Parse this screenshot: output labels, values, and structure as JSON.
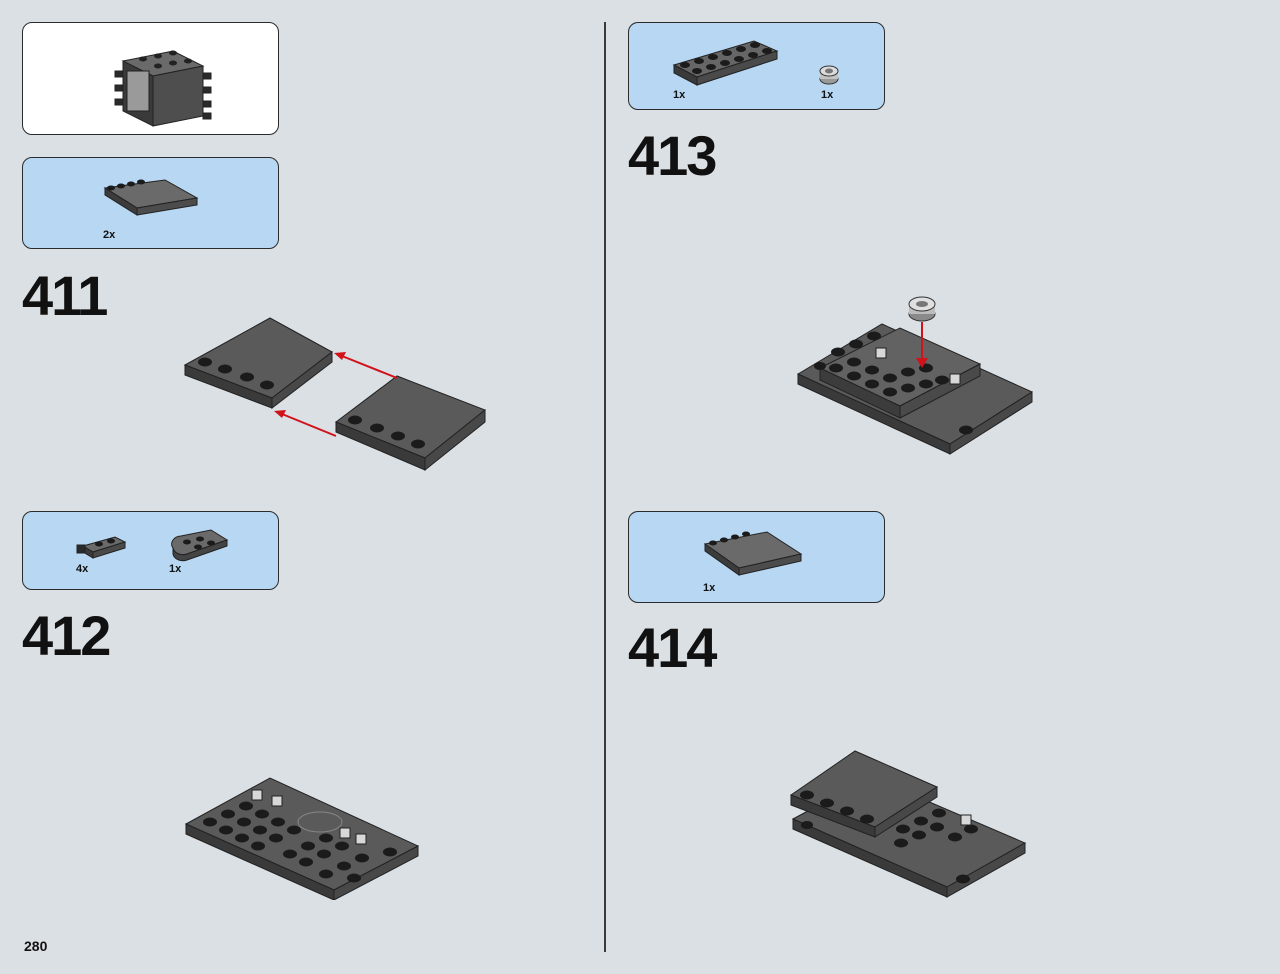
{
  "page_number": "280",
  "steps": {
    "s411": {
      "number": "411",
      "parts": [
        {
          "qty": "2x",
          "icon": "gray-tile-4x4"
        }
      ]
    },
    "s412": {
      "number": "412",
      "parts": [
        {
          "qty": "4x",
          "icon": "gray-plate-1x2-with-clip"
        },
        {
          "qty": "1x",
          "icon": "gray-round-plate"
        }
      ]
    },
    "s413": {
      "number": "413",
      "parts": [
        {
          "qty": "1x",
          "icon": "dark-plate-2x6"
        },
        {
          "qty": "1x",
          "icon": "light-round-brick"
        }
      ]
    },
    "s414": {
      "number": "414",
      "parts": [
        {
          "qty": "1x",
          "icon": "gray-tile-4x4"
        }
      ]
    }
  },
  "colors": {
    "page_bg": "#dbe0e4",
    "parts_box_bg": "#b8d7f2",
    "brick_dark_gray": "#5a5a5a",
    "brick_black": "#1b1b1b",
    "arrow_red": "#d0121b"
  }
}
